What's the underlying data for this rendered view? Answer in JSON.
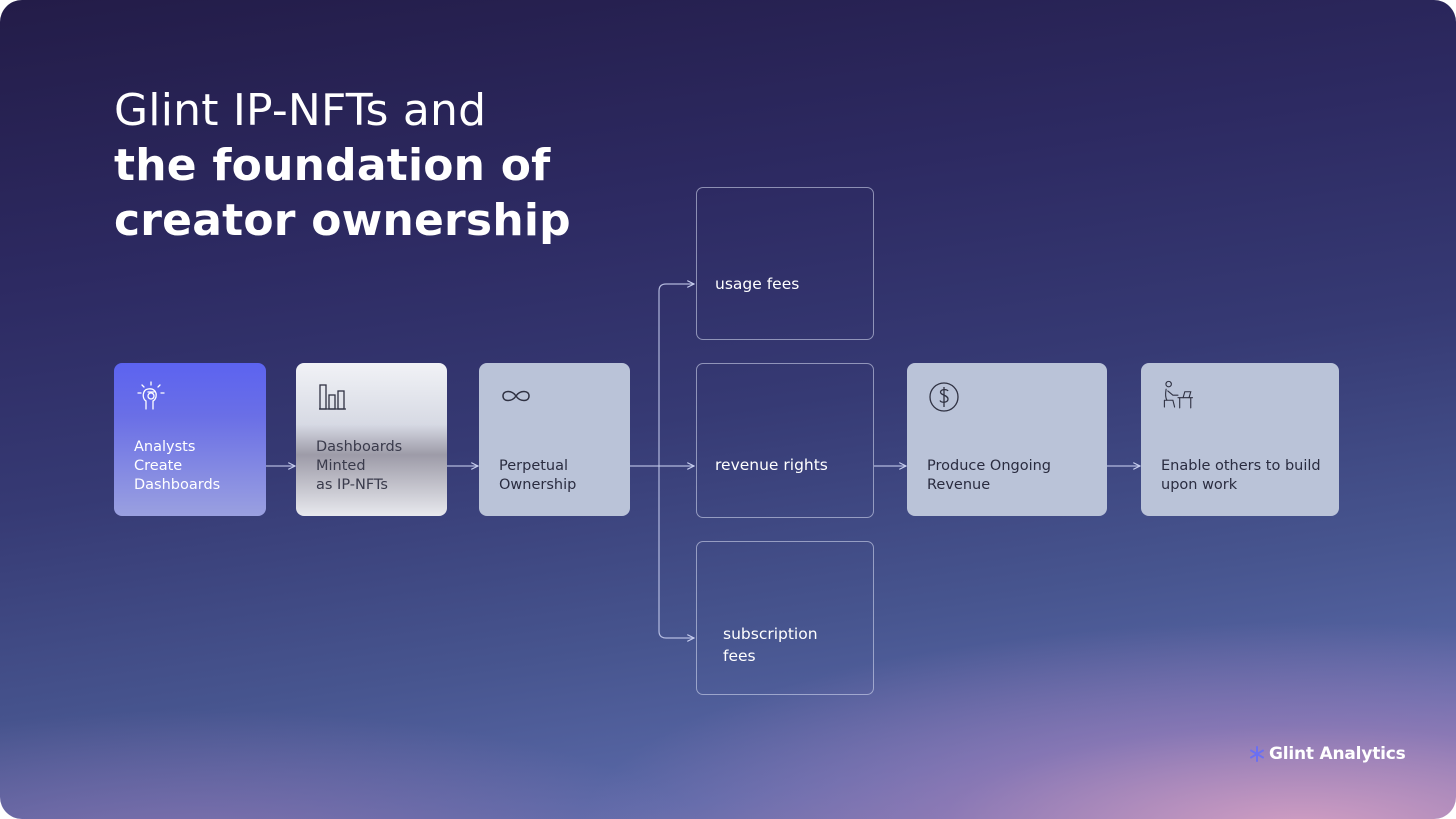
{
  "title": {
    "line1": "Glint IP-NFTs and",
    "line2": "the foundation of",
    "line3": "creator ownership"
  },
  "flow": [
    {
      "label": "Analysts\nCreate\nDashboards",
      "icon": "analyst-idea-icon"
    },
    {
      "label": "Dashboards\nMinted\nas IP-NFTs",
      "icon": "bar-chart-icon"
    },
    {
      "label": "Perpetual\nOwnership",
      "icon": "infinity-icon"
    },
    {
      "label": "Produce Ongoing\nRevenue",
      "icon": "dollar-coin-icon"
    },
    {
      "label": "Enable others to build\nupon work",
      "icon": "person-at-desk-icon"
    }
  ],
  "outcomes": [
    {
      "label": "usage fees"
    },
    {
      "label": "revenue rights"
    },
    {
      "label": "subscription\nfees"
    }
  ],
  "brand": {
    "name": "Glint Analytics",
    "icon": "asterisk-icon"
  },
  "colors": {
    "accent": "#5c63f0",
    "card": "#bac3d8",
    "line": "#c8cff0",
    "background_top": "#231c48",
    "background_bottom": "#7a78ae"
  }
}
